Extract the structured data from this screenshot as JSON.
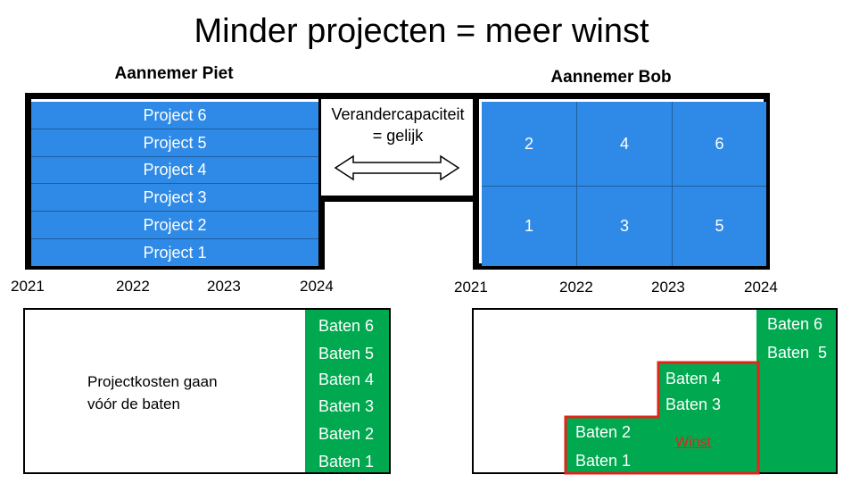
{
  "title": "Minder projecten = meer winst",
  "piet": {
    "heading": "Aannemer Piet",
    "projects": [
      "Project 6",
      "Project 5",
      "Project 4",
      "Project 3",
      "Project 2",
      "Project 1"
    ],
    "years": [
      "2021",
      "2022",
      "2023",
      "2024"
    ],
    "note_line1": "Projectkosten gaan",
    "note_line2": "vóór de baten",
    "baten": [
      "Baten 6",
      "Baten 5",
      "Baten 4",
      "Baten 3",
      "Baten 2",
      "Baten 1"
    ]
  },
  "middle": {
    "line1": "Verandercapaciteit",
    "line2": "= gelijk"
  },
  "bob": {
    "heading": "Aannemer Bob",
    "top_row": [
      "2",
      "4",
      "6"
    ],
    "bottom_row": [
      "1",
      "3",
      "5"
    ],
    "years": [
      "2021",
      "2022",
      "2023",
      "2024"
    ],
    "baten_low": [
      "Baten 2",
      "Baten 1"
    ],
    "baten_mid": [
      "Baten 4",
      "Baten 3"
    ],
    "baten_high": [
      "Baten 6",
      "Baten  5"
    ],
    "winst": "Winst"
  },
  "colors": {
    "project_blue": "#2e8ae6",
    "baten_green": "#00a94f",
    "winst_red": "#e0251b"
  }
}
